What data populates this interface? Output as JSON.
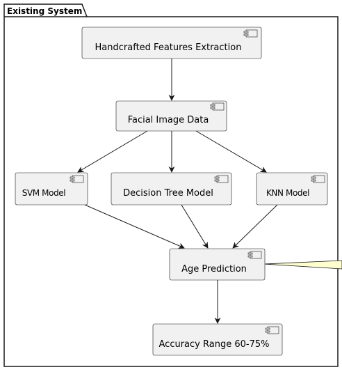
{
  "package": {
    "title": "Existing System"
  },
  "nodes": {
    "handcrafted": {
      "label": "Handcrafted Features Extraction"
    },
    "facial": {
      "label": "Facial Image Data"
    },
    "svm": {
      "label": "SVM Model"
    },
    "decision_tree": {
      "label": "Decision Tree Model"
    },
    "knn": {
      "label": "KNN Model"
    },
    "age_prediction": {
      "label": "Age Prediction"
    },
    "accuracy": {
      "label": "Accuracy Range 60-75%"
    }
  },
  "edges": [
    {
      "from": "handcrafted",
      "to": "facial"
    },
    {
      "from": "facial",
      "to": "svm"
    },
    {
      "from": "facial",
      "to": "decision_tree"
    },
    {
      "from": "facial",
      "to": "knn"
    },
    {
      "from": "svm",
      "to": "age_prediction"
    },
    {
      "from": "decision_tree",
      "to": "age_prediction"
    },
    {
      "from": "knn",
      "to": "age_prediction"
    },
    {
      "from": "age_prediction",
      "to": "accuracy"
    }
  ],
  "colors": {
    "node_fill": "#f1f1f1",
    "node_stroke": "#181818",
    "note_fill": "#fefece"
  }
}
